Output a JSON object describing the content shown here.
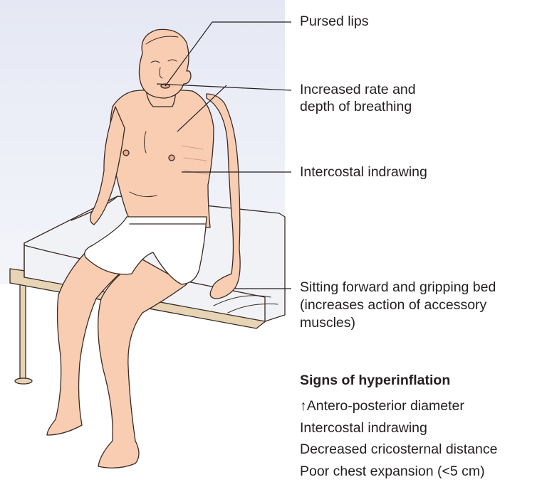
{
  "labels": {
    "pursed_lips": "Pursed lips",
    "rate_depth_1": "Increased rate and",
    "rate_depth_2": "depth of breathing",
    "intercostal": "Intercostal indrawing",
    "sitting_1": "Sitting forward and gripping bed",
    "sitting_2": "(increases action of accessory",
    "sitting_3": "muscles)"
  },
  "signs": {
    "title": "Signs of hyperinflation",
    "items": [
      "↑Antero-posterior diameter",
      "Intercostal indrawing",
      "Decreased cricosternal distance",
      "Poor chest expansion (<5 cm)"
    ]
  },
  "colors": {
    "skin": "#f8cdb1",
    "skin_shade": "#e9a98c",
    "outline": "#3a2a25",
    "background": "#e9ecf6",
    "bed": "#f1f2f5",
    "bed_frame": "#e6d4b5",
    "leader": "#231f20"
  }
}
